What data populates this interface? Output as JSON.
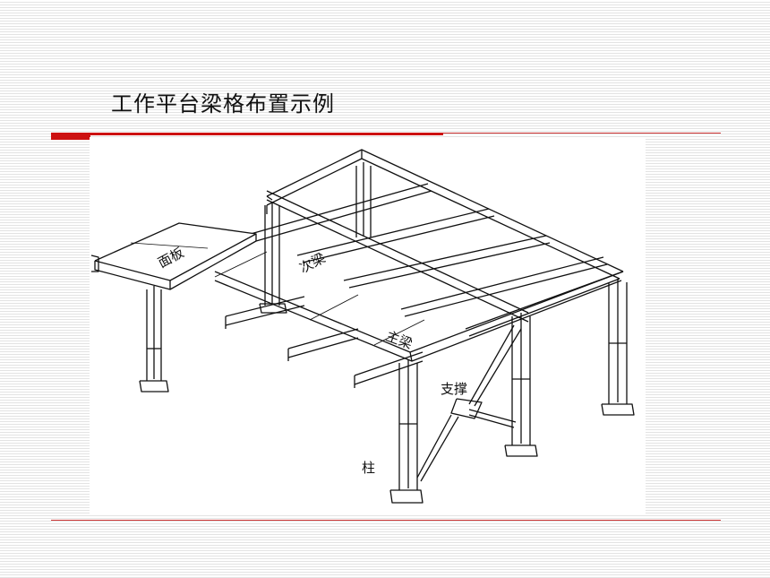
{
  "title": "工作平台梁格布置示例",
  "labels": {
    "panel": "面板",
    "secondary_beam": "次梁",
    "main_beam": "主梁",
    "brace": "支撑",
    "column": "柱"
  },
  "colors": {
    "accent": "#cc1111",
    "stroke": "#111111"
  }
}
